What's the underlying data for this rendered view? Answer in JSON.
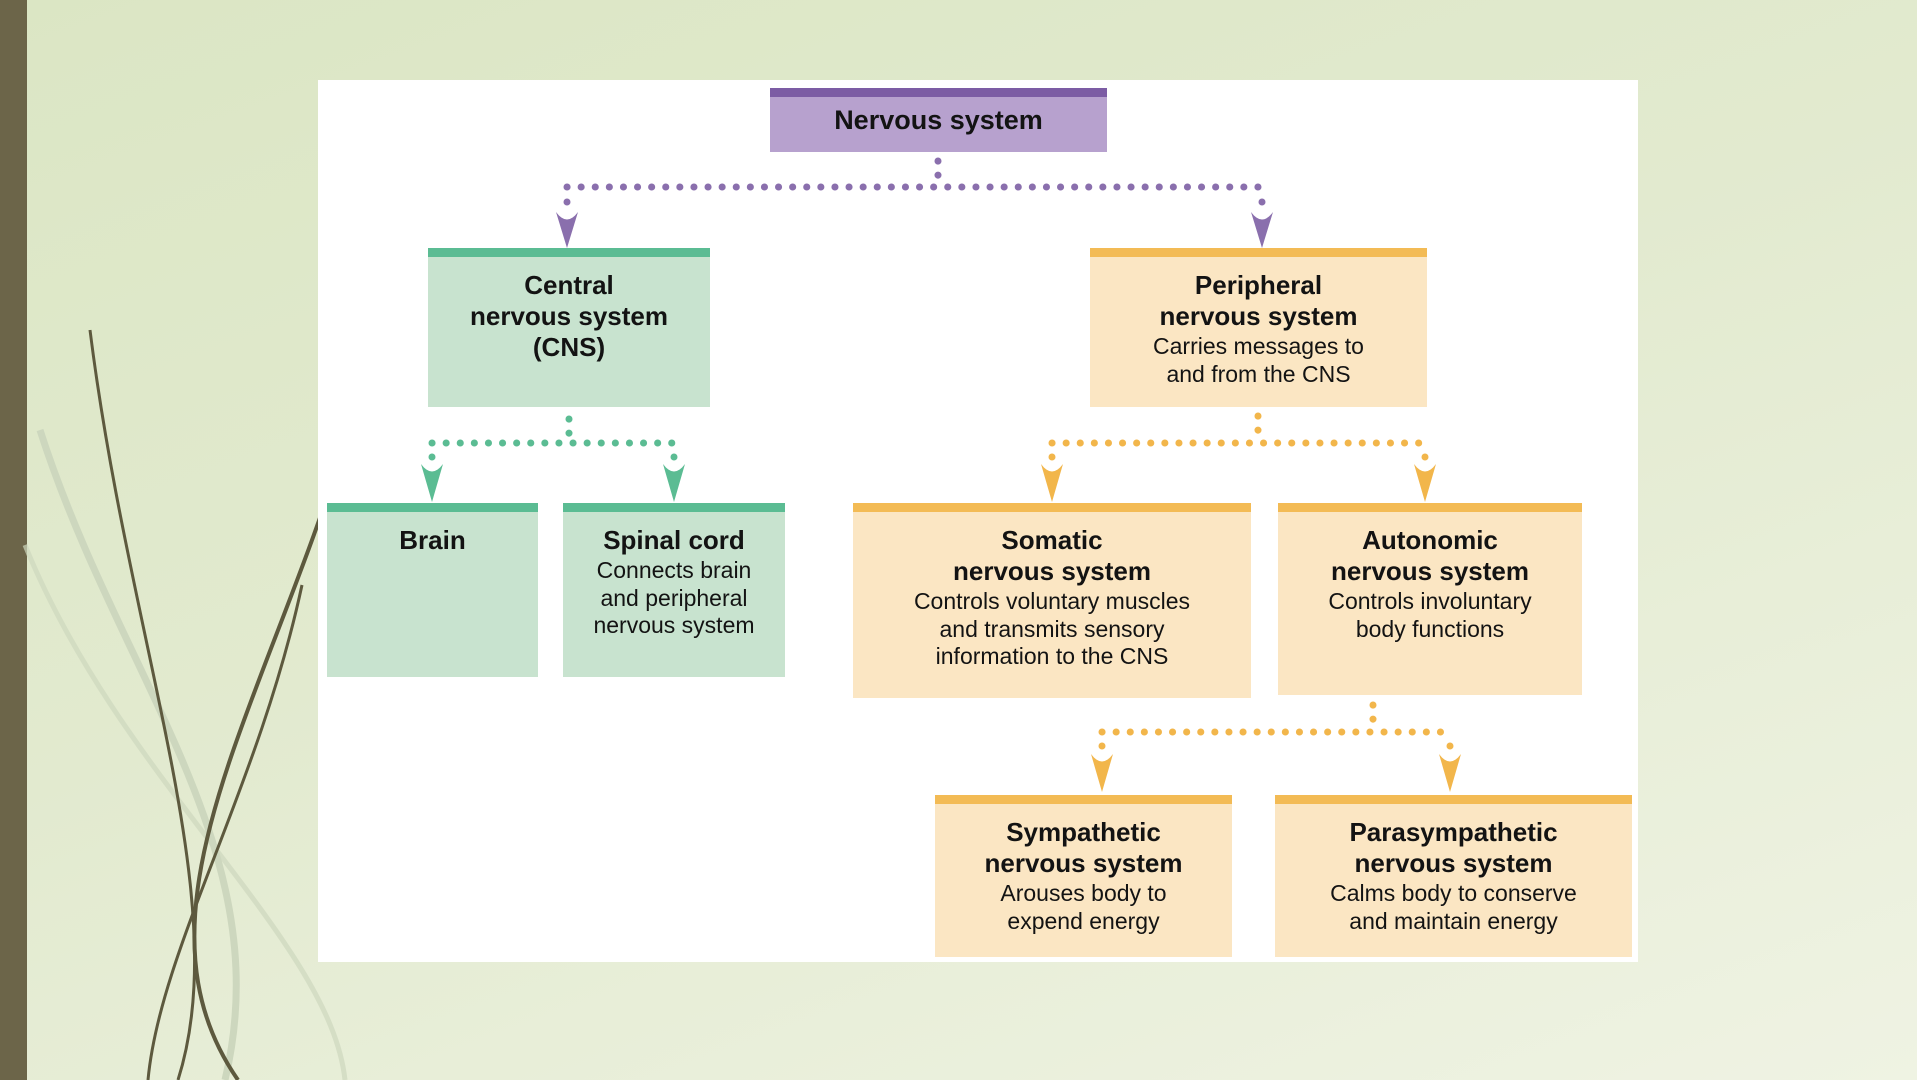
{
  "slide": {
    "background_top_color": "#dbe6c4",
    "background_bottom_color": "#eff3e3",
    "accent_bar_color": "#6c6549",
    "panel_color": "#ffffff",
    "decor_dark_color": "#5d593e",
    "decor_light_color": "#cdd7be"
  },
  "diagram": {
    "themes": {
      "purple": {
        "fill": "#b7a1ce",
        "band": "#7c5ca4",
        "connector": "#8a6fad"
      },
      "green": {
        "fill": "#c8e3cf",
        "band": "#5bbc93",
        "connector": "#5bbc93"
      },
      "orange": {
        "fill": "#fbe6c3",
        "band": "#f3bb55",
        "connector": "#f2b64b"
      }
    },
    "nodes": [
      {
        "id": "nervous-system",
        "theme": "purple",
        "title": "Nervous system",
        "body": ""
      },
      {
        "id": "cns",
        "theme": "green",
        "title": "Central\nnervous system\n(CNS)",
        "body": ""
      },
      {
        "id": "peripheral",
        "theme": "orange",
        "title": "Peripheral\nnervous system",
        "body": "Carries messages to\nand from the CNS"
      },
      {
        "id": "brain",
        "theme": "green",
        "title": "Brain",
        "body": ""
      },
      {
        "id": "spinal-cord",
        "theme": "green",
        "title": "Spinal cord",
        "body": "Connects brain\nand peripheral\nnervous system"
      },
      {
        "id": "somatic",
        "theme": "orange",
        "title": "Somatic\nnervous system",
        "body": "Controls voluntary muscles\nand transmits sensory\ninformation to the CNS"
      },
      {
        "id": "autonomic",
        "theme": "orange",
        "title": "Autonomic\nnervous system",
        "body": "Controls involuntary\nbody functions"
      },
      {
        "id": "sympathetic",
        "theme": "orange",
        "title": "Sympathetic\nnervous system",
        "body": "Arouses body to\nexpend energy"
      },
      {
        "id": "parasympathetic",
        "theme": "orange",
        "title": "Parasympathetic\nnervous system",
        "body": "Calms body to conserve\nand maintain energy"
      }
    ],
    "edges": [
      {
        "from": "nervous-system",
        "to": "cns"
      },
      {
        "from": "nervous-system",
        "to": "peripheral"
      },
      {
        "from": "cns",
        "to": "brain"
      },
      {
        "from": "cns",
        "to": "spinal-cord"
      },
      {
        "from": "peripheral",
        "to": "somatic"
      },
      {
        "from": "peripheral",
        "to": "autonomic"
      },
      {
        "from": "autonomic",
        "to": "sympathetic"
      },
      {
        "from": "autonomic",
        "to": "parasympathetic"
      }
    ]
  }
}
